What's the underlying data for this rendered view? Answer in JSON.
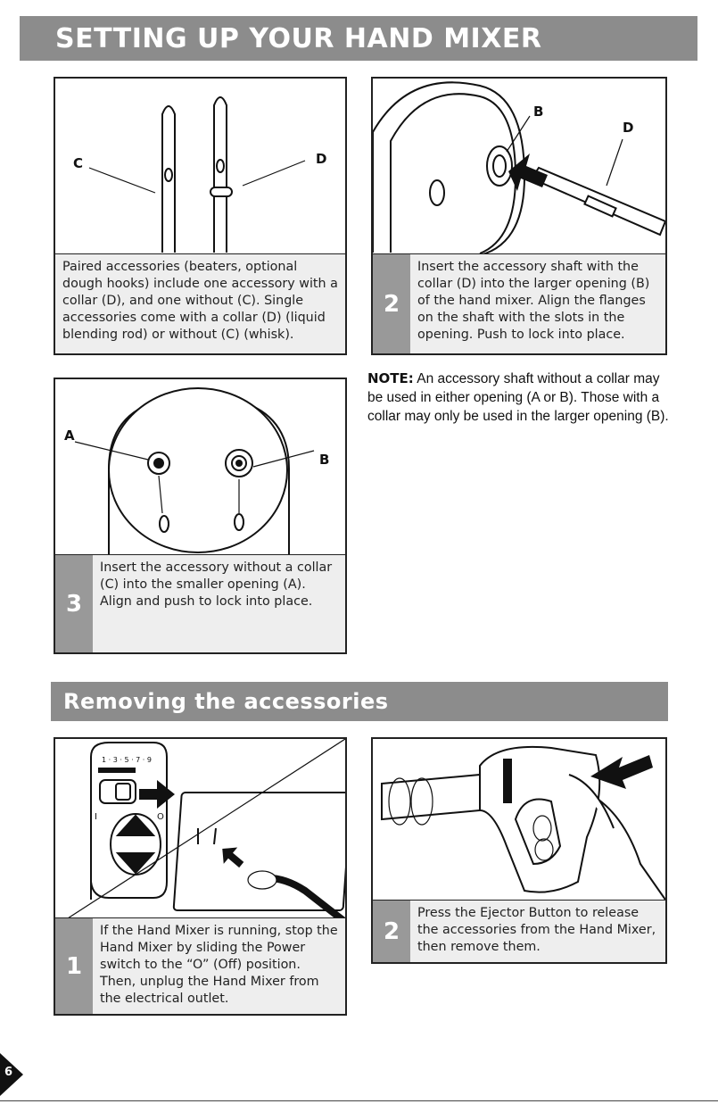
{
  "titles": {
    "main": "SETTING UP YOUR HAND MIXER",
    "sub": "Removing the accessories"
  },
  "panels": {
    "p1": {
      "labels": [
        "C",
        "D"
      ],
      "caption": "Paired accessories (beaters, optional dough hooks) include one accessory with a collar (D), and one without (C). Single accessories come with a collar (D) (liquid blending rod) or without (C) (whisk)."
    },
    "p2": {
      "labels": [
        "B",
        "D"
      ],
      "step": "2",
      "caption": "Insert the accessory shaft with the collar (D) into the larger opening (B) of the hand mixer. Align the flanges on the shaft with the slots in the opening. Push to lock into place."
    },
    "p3": {
      "labels": [
        "A",
        "B"
      ],
      "step": "3",
      "caption": "Insert the accessory without a collar (C) into the smaller opening (A). Align and push to lock into place."
    },
    "p4": {
      "speed_marks": "1 · 3 · 5 · 7 · 9",
      "switch_labels": [
        "I",
        "O"
      ],
      "step": "1",
      "caption": "If the Hand Mixer is running, stop the Hand Mixer by sliding the Power switch to the “O” (Off) position. Then, unplug the Hand Mixer from the electrical outlet."
    },
    "p5": {
      "step": "2",
      "caption": "Press the Ejector Button to release the accessories from the Hand Mixer, then remove them."
    }
  },
  "note": {
    "label": "NOTE:",
    "text": " An accessory shaft without a collar may be used in either opening (A or B). Those with a collar may only be used in the larger opening (B)."
  },
  "page_number": "6"
}
